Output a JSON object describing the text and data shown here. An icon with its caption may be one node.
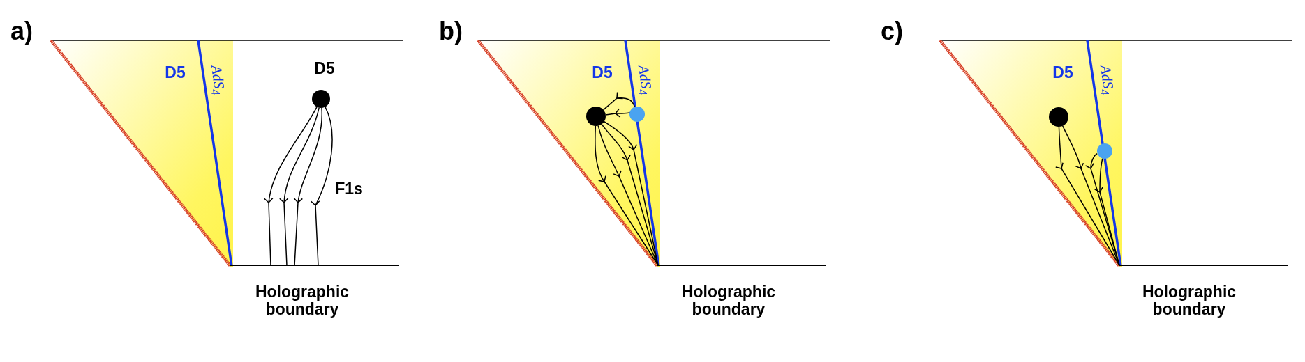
{
  "diagram": {
    "nodes": [
      {
        "text": [],
        "shape": "circle",
        "beside": [
          "D5"
        ]
      },
      {
        "text": [],
        "shape": "circle"
      },
      {
        "text": [],
        "shape": "circle"
      },
      {
        "text": [],
        "shape": "circle"
      },
      {
        "text": [],
        "shape": "circle"
      },
      {
        "text": [
          "Holographic boundary"
        ]
      },
      {
        "text": [
          "Holographic boundary"
        ]
      },
      {
        "text": [
          "Holographic boundary"
        ]
      }
    ],
    "edges": [
      {
        "from": 0,
        "to": 5,
        "arrow": "to"
      },
      {
        "from": 0,
        "to": 5,
        "arrow": "to"
      },
      {
        "from": 0,
        "to": 5,
        "arrow": "to"
      },
      {
        "from": 0,
        "to": 5,
        "arrow": "to"
      },
      {
        "from": 2,
        "to": 1,
        "arrow": "to"
      },
      {
        "from": 2,
        "to": 1,
        "arrow": "to"
      },
      {
        "from": 1,
        "to": 6,
        "arrow": "to"
      },
      {
        "from": 1,
        "to": 6,
        "arrow": "to"
      },
      {
        "from": 1,
        "to": 6,
        "arrow": "to"
      },
      {
        "from": 1,
        "to": 6,
        "arrow": "to"
      },
      {
        "from": 3,
        "to": 7,
        "arrow": "to"
      },
      {
        "from": 3,
        "to": 7,
        "arrow": "to"
      },
      {
        "from": 4,
        "to": 7,
        "arrow": "to"
      },
      {
        "from": 4,
        "to": 7,
        "arrow": "to"
      }
    ],
    "labels": [
      "a)",
      "D5",
      "AdS$_{4}$",
      "F1s",
      "b)",
      "D5",
      "AdS$_{4}$",
      "c)",
      "D5",
      "AdS$_{4}$"
    ]
  }
}
